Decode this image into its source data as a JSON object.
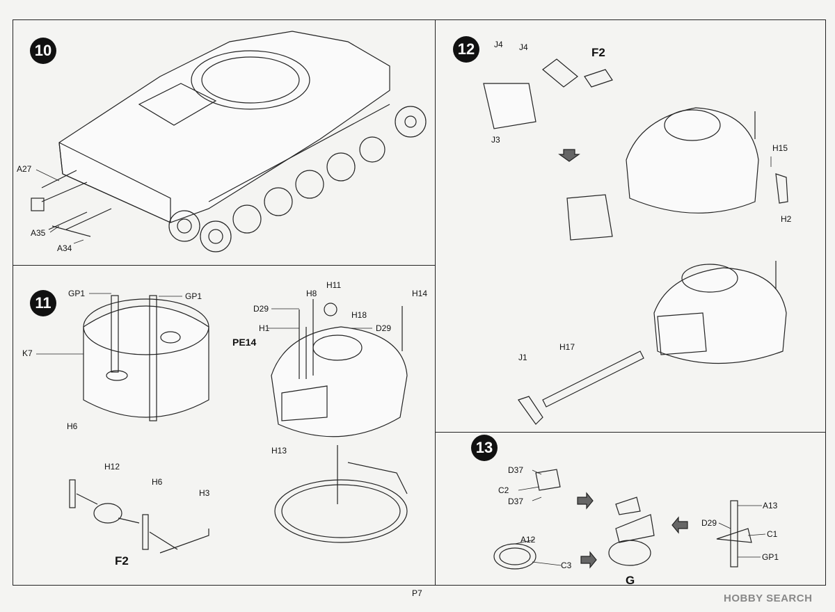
{
  "steps": {
    "s10": {
      "num": "10",
      "parts": [
        "A27",
        "A35",
        "A34"
      ]
    },
    "s11": {
      "num": "11",
      "parts": [
        "GP1",
        "GP1",
        "K7",
        "D29",
        "H8",
        "H11",
        "H1",
        "H18",
        "D29",
        "H14",
        "PE14",
        "H13",
        "H6",
        "H12",
        "H6",
        "H3",
        "F2"
      ]
    },
    "s12": {
      "num": "12",
      "parts": [
        "J4",
        "J4",
        "F2",
        "J3",
        "H15",
        "H2",
        "J1",
        "H17"
      ]
    },
    "s13": {
      "num": "13",
      "parts": [
        "D37",
        "C2",
        "D37",
        "A12",
        "C3",
        "A13",
        "D29",
        "C1",
        "GP1",
        "G"
      ]
    }
  },
  "page_label": "P7",
  "watermark": "HOBBY SEARCH",
  "colors": {
    "line": "#222222",
    "accent_part": "#d9a400"
  }
}
